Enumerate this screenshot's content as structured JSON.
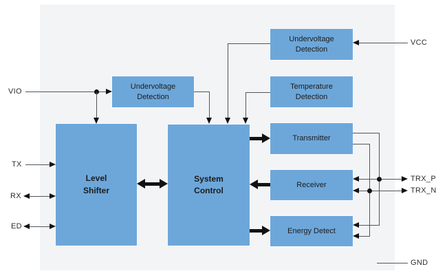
{
  "blocks": {
    "uvd_left": {
      "label": "Undervoltage\nDetection"
    },
    "uvd_top": {
      "label": "Undervoltage\nDetection"
    },
    "temp_det": {
      "label": "Temperature\nDetection"
    },
    "level_shifter": {
      "label": "Level\nShifter"
    },
    "system_control": {
      "label": "System\nControl"
    },
    "transmitter": {
      "label": "Transmitter"
    },
    "receiver": {
      "label": "Receiver"
    },
    "energy_detect": {
      "label": "Energy Detect"
    }
  },
  "pins": {
    "vio": "VIO",
    "tx": "TX",
    "rx": "RX",
    "ed": "ED",
    "vcc": "VCC",
    "trx_p": "TRX_P",
    "trx_n": "TRX_N",
    "gnd": "GND"
  },
  "colors": {
    "block": "#6da7da",
    "chip_bg": "#f3f4f6",
    "wire": "#555555",
    "arrow": "#121212"
  }
}
